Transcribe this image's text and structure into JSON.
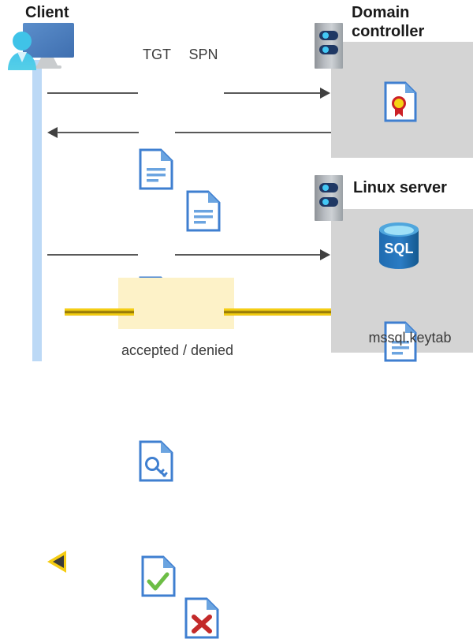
{
  "diagram": {
    "title_client": "Client",
    "title_domain_controller": "Domain\ncontroller",
    "title_domain_controller_line1": "Domain",
    "title_domain_controller_line2": "controller",
    "title_linux_server": "Linux server",
    "label_tgt": "TGT",
    "label_spn": "SPN",
    "label_keytab": "mssql.keytab",
    "label_result": "accepted / denied",
    "label_sql": "SQL"
  },
  "icons": {
    "client": "user-monitor-icon",
    "server": "server-tower-icon",
    "certificate": "certificate-document-icon",
    "ticket": "key-document-icon",
    "document": "text-document-icon",
    "database": "sql-database-icon",
    "accepted": "check-document-icon",
    "denied": "cross-document-icon"
  },
  "colors": {
    "lifeline": "#bcd9f6",
    "zone": "#d4d4d4",
    "highlight": "#fdf2c8",
    "arrow": "#595959",
    "yellow_arrow": "#f5cc12",
    "doc_blue": "#3f7fd0",
    "doc_fold": "#6ba4e0",
    "check_green": "#6cbd45",
    "cross_red": "#c32a2a",
    "cert_gold": "#f5d416",
    "cert_red": "#cc2026",
    "sql_blue": "#1f6bb0",
    "server_navy": "#1f3864",
    "server_cyan": "#44c8f5",
    "monitor_blue": "#4a7fc1",
    "person_cyan": "#3fc3e8"
  },
  "flows": [
    {
      "name": "tgt-spn-request",
      "direction": "right",
      "from": "client",
      "to": "domain-controller"
    },
    {
      "name": "ticket-response",
      "direction": "left",
      "from": "domain-controller",
      "to": "client"
    },
    {
      "name": "ticket-presentation",
      "direction": "right",
      "from": "client",
      "to": "linux-server"
    },
    {
      "name": "auth-result",
      "direction": "left",
      "from": "linux-server",
      "to": "client"
    }
  ]
}
